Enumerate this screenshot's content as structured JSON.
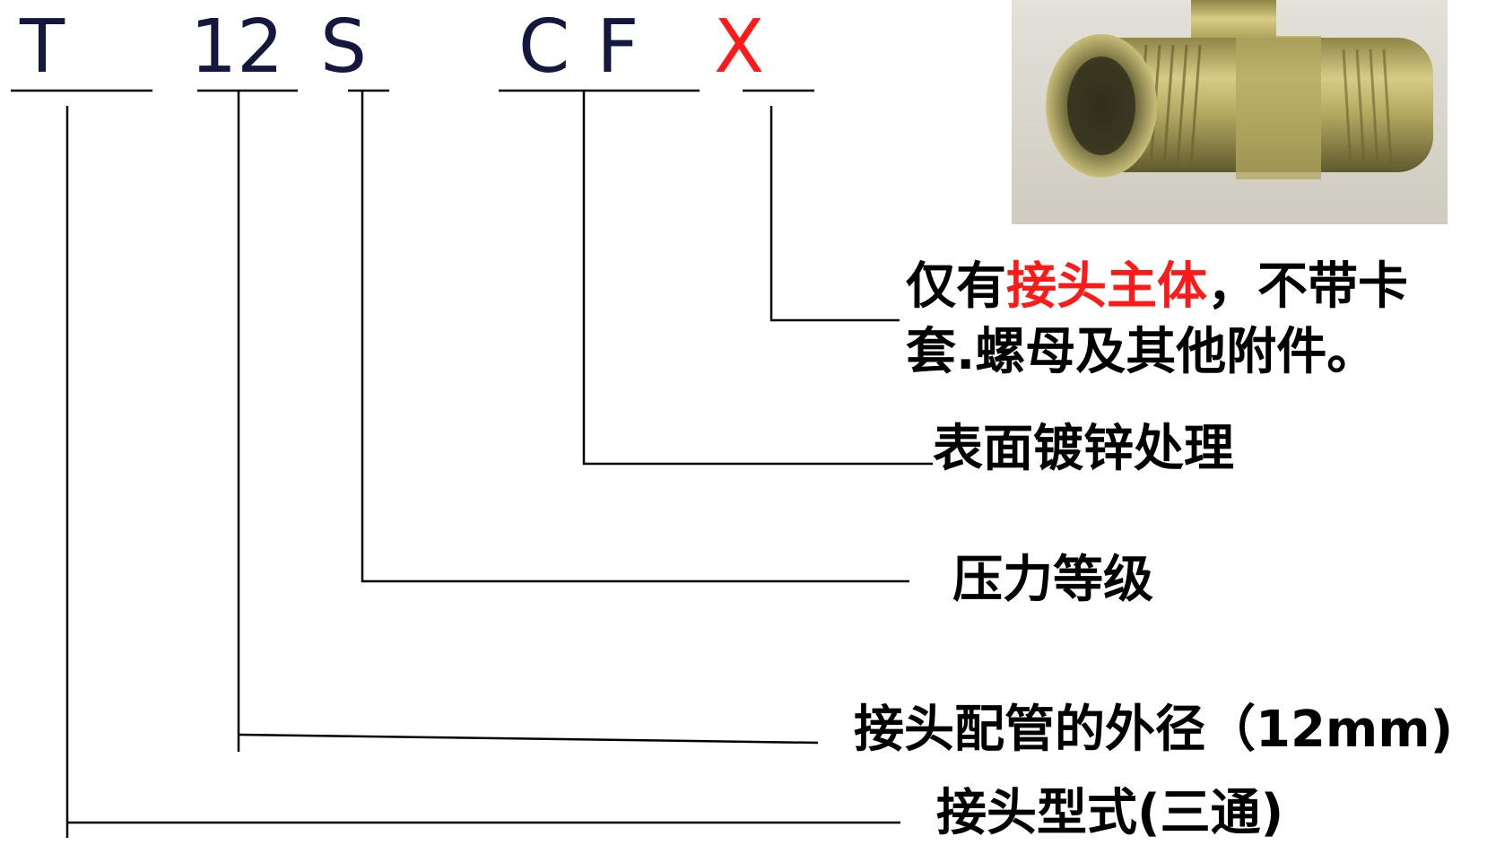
{
  "code": {
    "t": "T",
    "size": "12",
    "pressure": "S",
    "finish": "CF",
    "body_only": "X"
  },
  "legend": {
    "body_only_line1_prefix": "仅有",
    "body_only_line1_highlight": "接头主体",
    "body_only_line1_suffix": "，不带卡",
    "body_only_line2": "套.螺母及其他附件。",
    "finish": "表面镀锌处理",
    "pressure": "压力等级",
    "size": "接头配管的外径（12mm)",
    "type": "接头型式(三通)"
  },
  "colors": {
    "code_text": "#14183f",
    "highlight": "#ff1a1a",
    "line": "#000000"
  }
}
